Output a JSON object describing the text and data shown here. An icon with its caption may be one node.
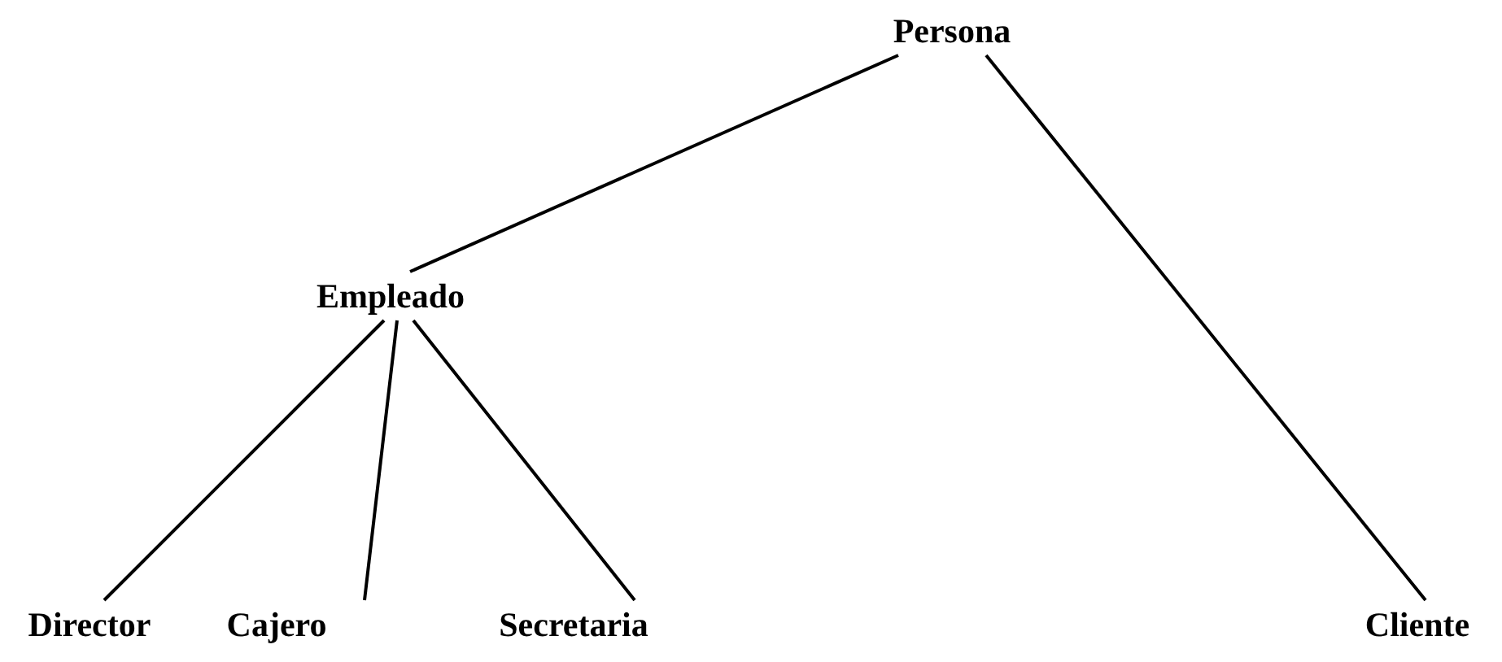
{
  "diagram": {
    "nodes": [
      {
        "text": [
          "Persona"
        ]
      },
      {
        "text": [
          "Empleado"
        ]
      },
      {
        "text": [
          "Director"
        ]
      },
      {
        "text": [
          "Cajero"
        ]
      },
      {
        "text": [
          "Secretaria"
        ]
      },
      {
        "text": [
          "Cliente"
        ]
      }
    ],
    "edges": [
      {
        "from": 0,
        "to": 1,
        "arrow": "none"
      },
      {
        "from": 0,
        "to": 5,
        "arrow": "none"
      },
      {
        "from": 1,
        "to": 2,
        "arrow": "none"
      },
      {
        "from": 1,
        "to": 3,
        "arrow": "none"
      },
      {
        "from": 1,
        "to": 4,
        "arrow": "none"
      }
    ]
  }
}
